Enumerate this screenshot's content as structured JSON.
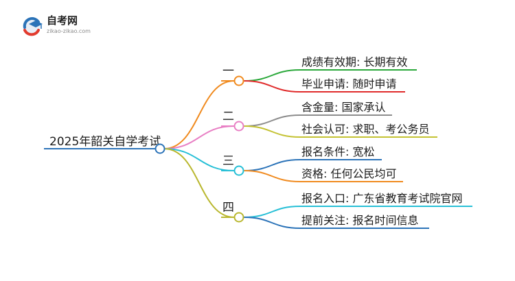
{
  "logo": {
    "name": "自考网",
    "url": "zikao-zikao.com"
  },
  "root": {
    "label": "2025年韶关自学考试"
  },
  "branches": [
    {
      "label": "一",
      "color": "#f08a1e",
      "children": [
        {
          "label": "成绩有效期: 长期有效",
          "color": "#2aa83a"
        },
        {
          "label": "毕业申请: 随时申请",
          "color": "#e02a2a"
        }
      ]
    },
    {
      "label": "二",
      "color": "#e87fc4",
      "children": [
        {
          "label": "含金量: 国家承认",
          "color": "#8c8c8c"
        },
        {
          "label": "社会认可: 求职、考公务员",
          "color": "#c4c232"
        }
      ]
    },
    {
      "label": "三",
      "color": "#26bfd6",
      "children": [
        {
          "label": "报名条件: 宽松",
          "color": "#2b73b8"
        },
        {
          "label": "资格: 任何公民均可",
          "color": "#f08a1e"
        }
      ]
    },
    {
      "label": "四",
      "color": "#b9b72e",
      "children": [
        {
          "label": "报名入口: 广东省教育考试院官网",
          "color": "#26bfd6"
        },
        {
          "label": "提前关注: 报名时间信息",
          "color": "#2b73b8"
        }
      ]
    }
  ],
  "colors": {
    "root_underline": "#2b73b8",
    "root_node_stroke": "#2b73b8"
  }
}
